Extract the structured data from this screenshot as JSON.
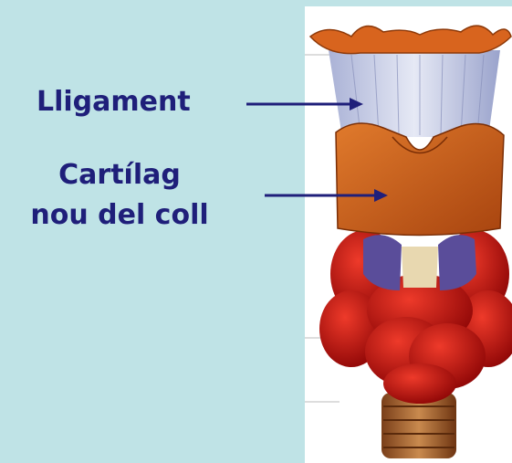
{
  "labels": {
    "ligament": "Lligament",
    "cartilage_line1": "Cartílag",
    "cartilage_line2": "nou del coll"
  },
  "colors": {
    "background": "#bfe3e6",
    "label_text": "#1f1f7a",
    "arrow": "#1f1f7a",
    "cartilage": "#c65a16",
    "ligament": "#c9cfe6",
    "gland": "#c41010",
    "trachea": "#9a5a2a"
  }
}
